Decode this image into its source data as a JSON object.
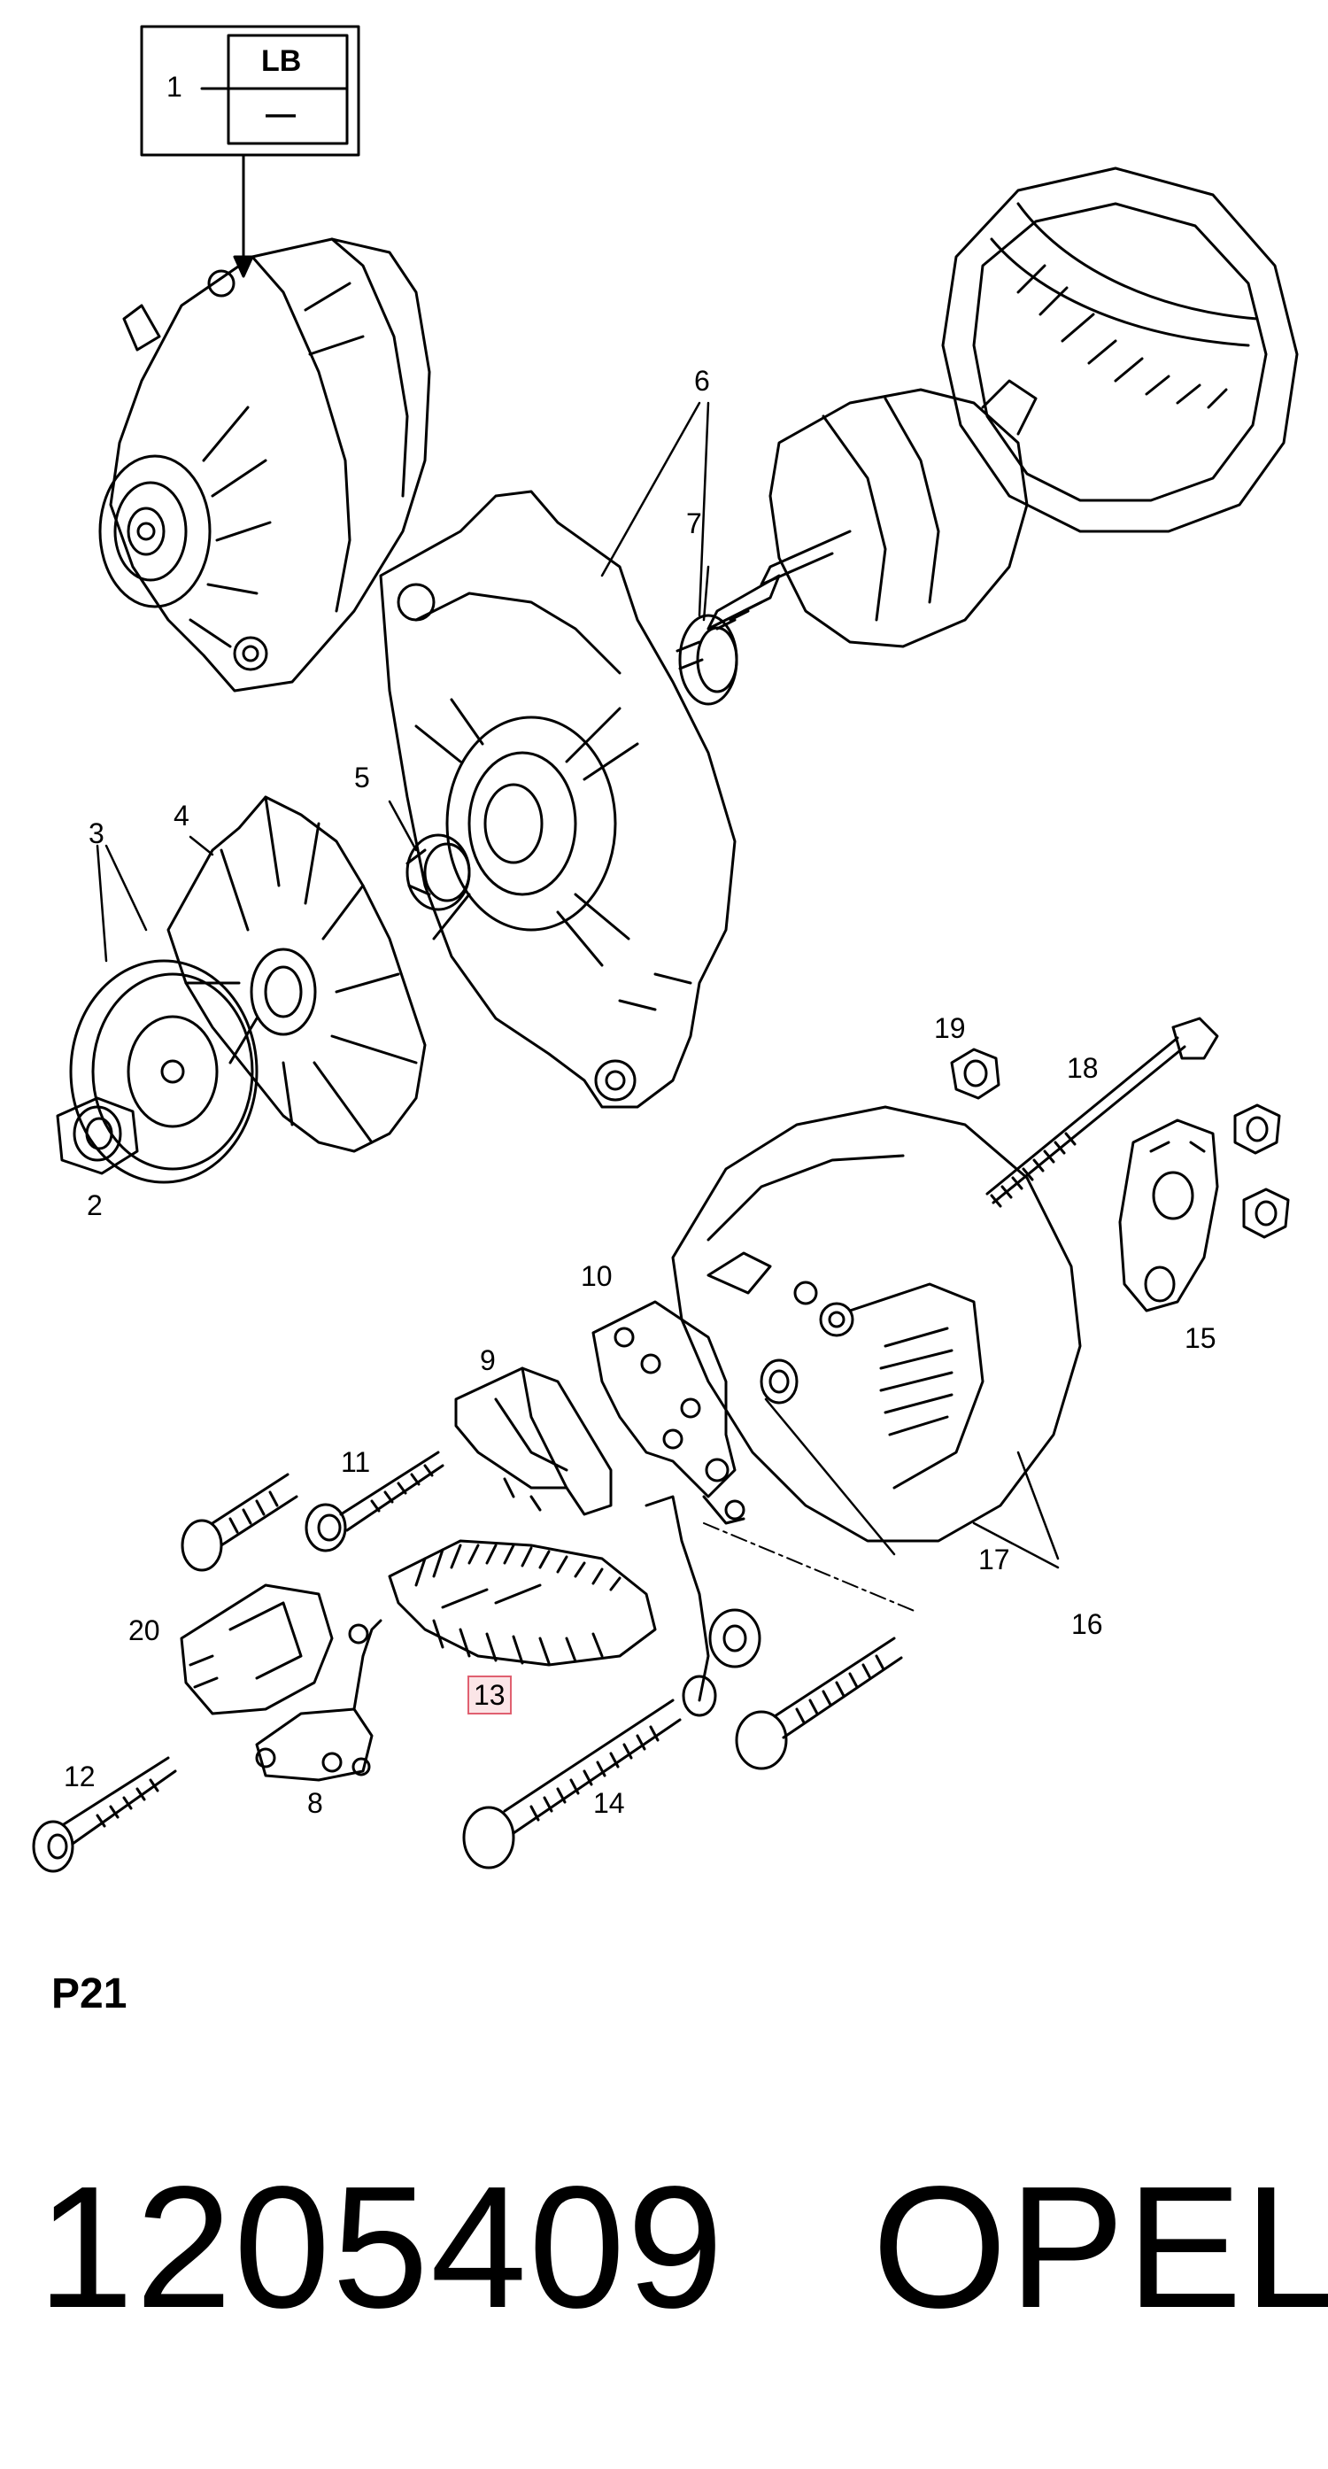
{
  "legend_box": {
    "item": "1",
    "code": "LB",
    "value": "—"
  },
  "callouts": {
    "c2": "2",
    "c3": "3",
    "c4": "4",
    "c5": "5",
    "c6": "6",
    "c7": "7",
    "c8": "8",
    "c9": "9",
    "c10": "10",
    "c11": "11",
    "c12": "12",
    "c13": "13",
    "c14": "14",
    "c15": "15",
    "c16": "16",
    "c17": "17",
    "c18": "18",
    "c19": "19",
    "c20": "20"
  },
  "highlighted_callout": "13",
  "page_code": "P21",
  "part_number": "1205409",
  "brand": "OPEL"
}
